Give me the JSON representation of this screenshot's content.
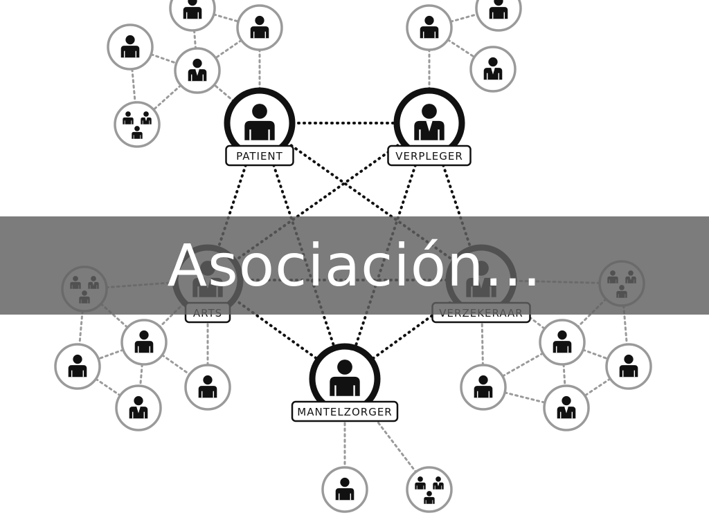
{
  "slide": {
    "title": "Asociación...",
    "hubs": {
      "patient": "PATIENT",
      "verpleger": "VERPLEGER",
      "arts": "ARTS",
      "verzekeraar": "VERZEKERAAR",
      "mantelzorger": "MANTELZORGER"
    }
  }
}
